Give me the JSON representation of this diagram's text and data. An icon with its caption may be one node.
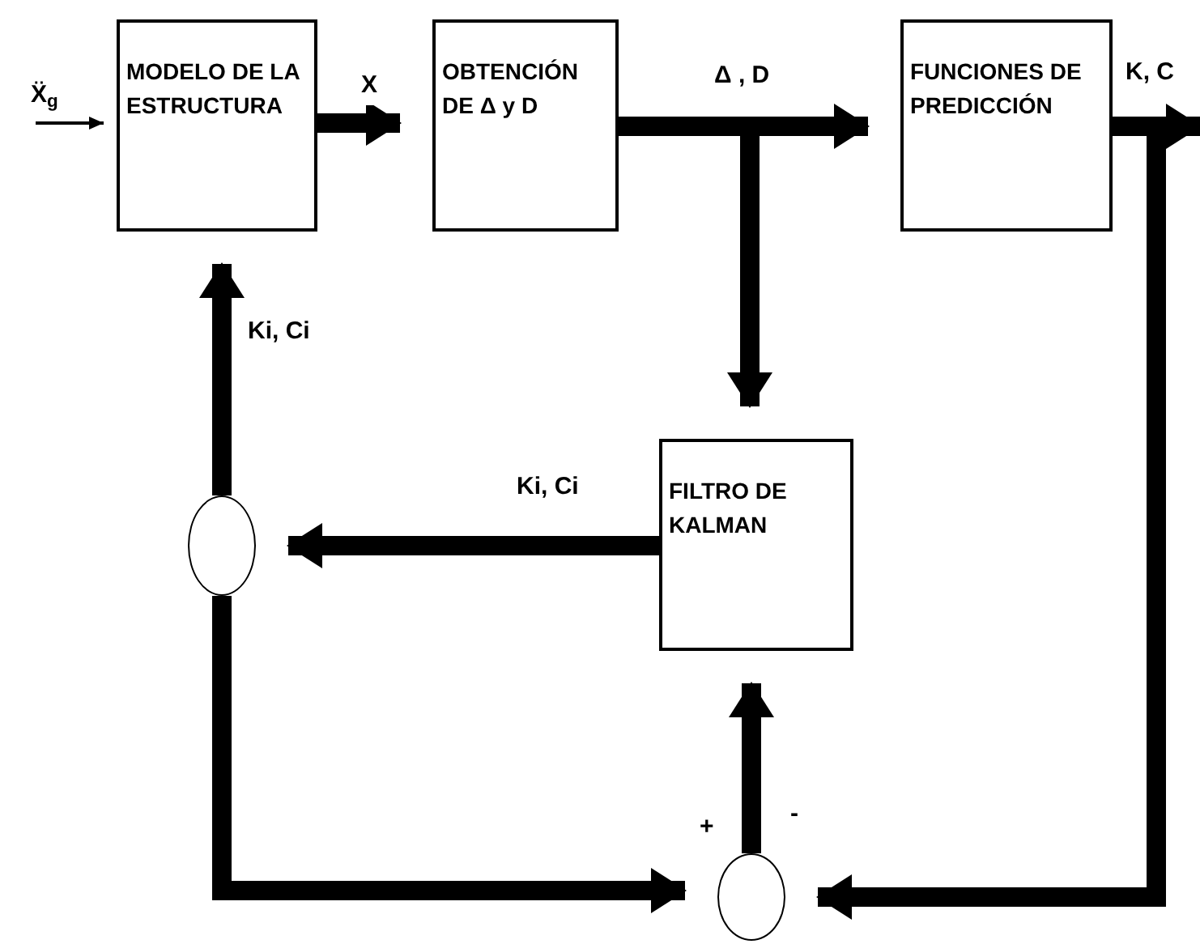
{
  "diagram": {
    "nodes": [
      {
        "text": [
          "MODELO DE LA ESTRUCTURA"
        ]
      },
      {
        "text": [
          "OBTENCIÓN DE Δ y D"
        ]
      },
      {
        "text": [
          "FUNCIONES DE PREDICCIÓN"
        ]
      },
      {
        "text": [
          "FILTRO DE KALMAN"
        ]
      },
      {
        "text": [],
        "shape": "circle"
      },
      {
        "text": [],
        "shape": "circle"
      }
    ],
    "edges": [
      {
        "from": null,
        "to": 0,
        "arrow": "to",
        "label": "Ẍ$_{g}$"
      },
      {
        "from": 0,
        "to": 1,
        "arrow": "to",
        "label": "X"
      },
      {
        "from": 1,
        "to": 2,
        "arrow": "to",
        "label": "Δ , D"
      },
      {
        "from": 2,
        "to": null,
        "arrow": "to",
        "label": "K, C"
      },
      {
        "from": 1,
        "to": 3,
        "arrow": "to"
      },
      {
        "from": 3,
        "to": 4,
        "arrow": "to",
        "label": "Ki, Ci"
      },
      {
        "from": 4,
        "to": 0,
        "arrow": "to",
        "label": "Ki, Ci"
      },
      {
        "from": 4,
        "to": 5,
        "arrow": "to"
      },
      {
        "from": 2,
        "to": 5,
        "arrow": "to"
      },
      {
        "from": 5,
        "to": 3,
        "arrow": "to"
      }
    ],
    "labels": [
      "+",
      "-"
    ]
  }
}
